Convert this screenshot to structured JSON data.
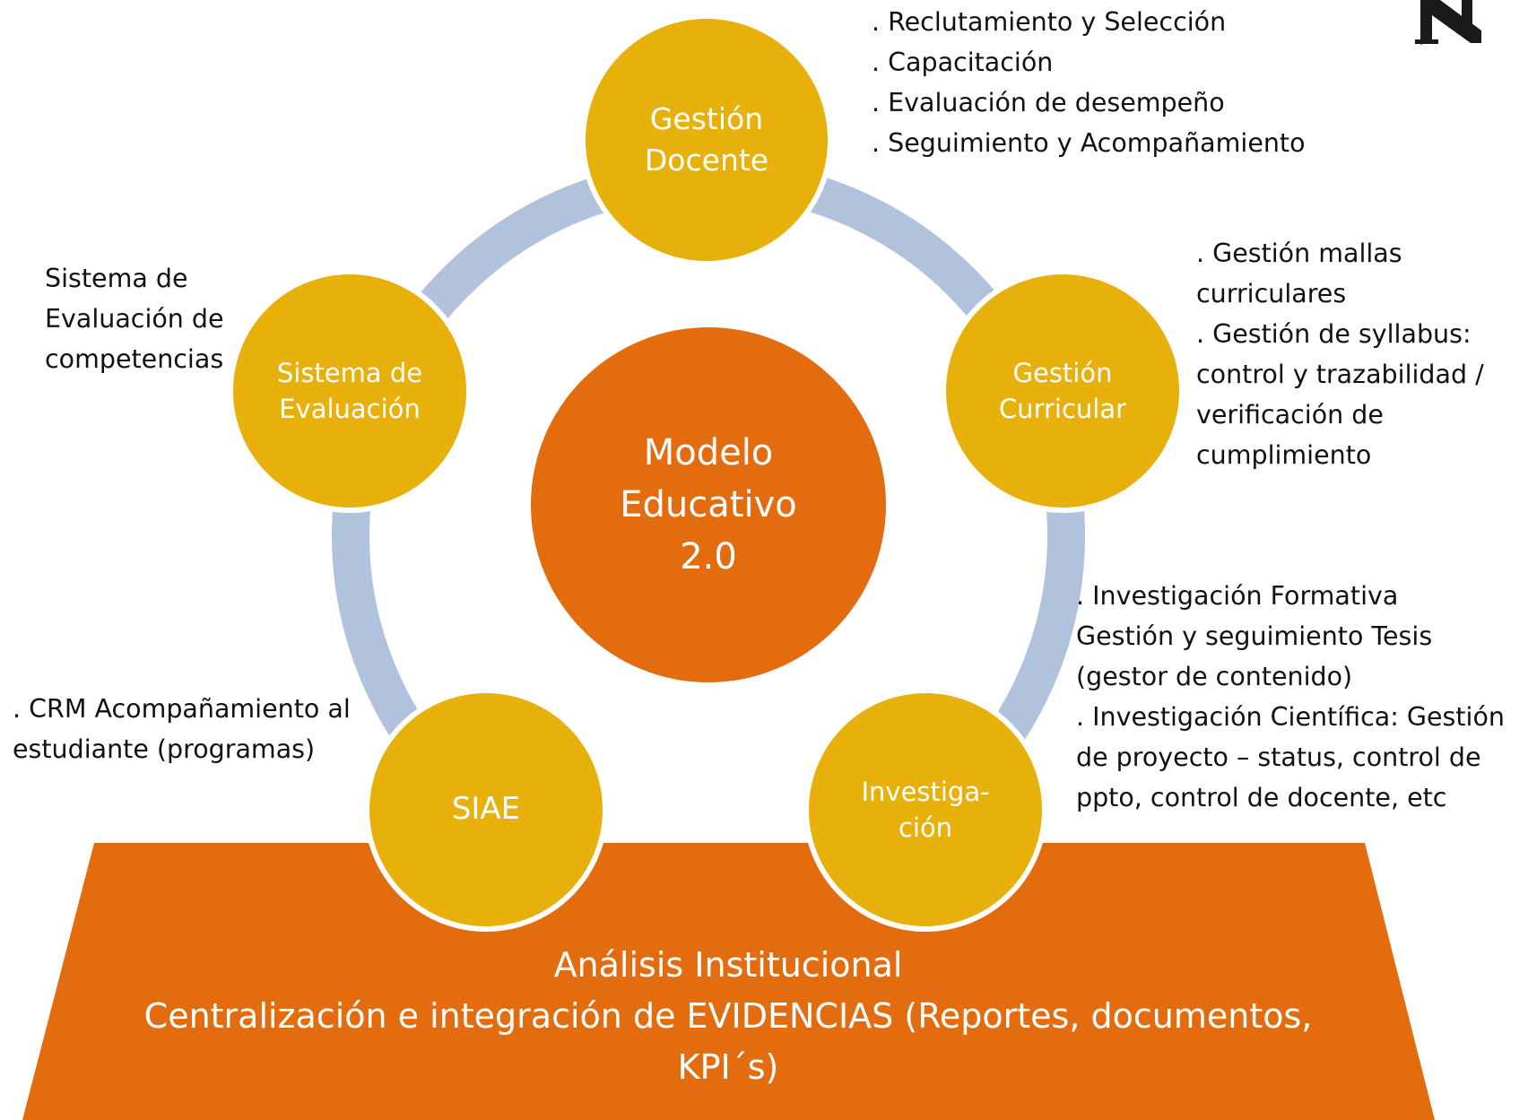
{
  "colors": {
    "ring": "#b1c2dd",
    "node": "#e8b00a",
    "node_border": "#ffffff",
    "center": "#e26c0e",
    "base": "#e26c0e",
    "text_light": "#ffffff",
    "text_dark": "#111111"
  },
  "center": {
    "line1": "Modelo",
    "line2": "Educativo",
    "line3": "2.0"
  },
  "nodes": {
    "gestion_docente": {
      "line1": "Gestión",
      "line2": "Docente"
    },
    "gestion_curricular": {
      "line1": "Gestión",
      "line2": "Curricular"
    },
    "investigacion": {
      "line1": "Investiga-",
      "line2": "ción"
    },
    "siae": {
      "line1": "SIAE"
    },
    "sistema_evaluacion": {
      "line1": "Sistema de",
      "line2": "Evaluación"
    }
  },
  "notes": {
    "gestion_docente": [
      ". Reclutamiento y Selección",
      ". Capacitación",
      ". Evaluación de desempeño",
      ". Seguimiento y Acompañamiento"
    ],
    "gestion_curricular": [
      ". Gestión mallas",
      "curriculares",
      ". Gestión de syllabus:",
      "control y trazabilidad /",
      "verificación de",
      "cumplimiento"
    ],
    "investigacion": [
      ". Investigación Formativa",
      "Gestión y seguimiento Tesis",
      "(gestor de contenido)",
      ". Investigación Científica: Gestión",
      "de proyecto – status, control de",
      "ppto, control de docente, etc"
    ],
    "siae": [
      ". CRM Acompañamiento al",
      "estudiante (programas)"
    ],
    "sistema_evaluacion": [
      "Sistema de",
      "Evaluación de",
      "competencias"
    ]
  },
  "base": {
    "line1": "Análisis Institucional",
    "line2": "Centralización e integración de EVIDENCIAS (Reportes, documentos,",
    "line3": "KPI´s)"
  },
  "logo_icon": "serif-n-logo"
}
